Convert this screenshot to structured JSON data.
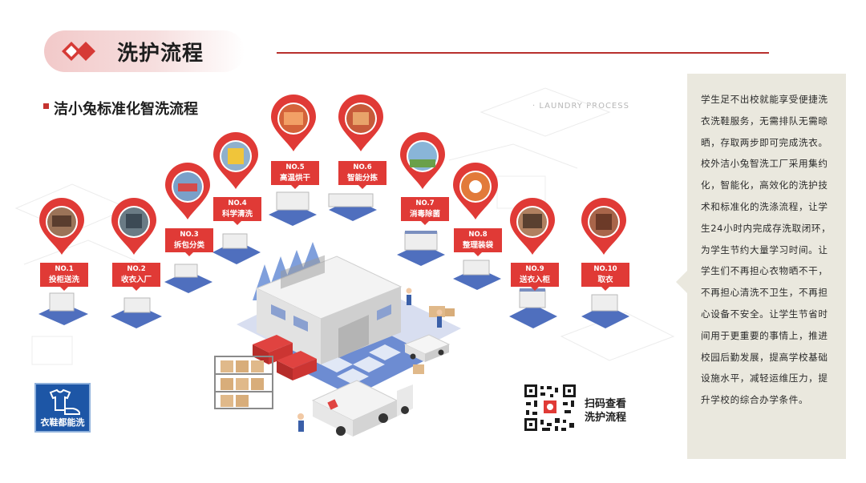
{
  "header": {
    "title": "洗护流程"
  },
  "subtitle": "洁小兔标准化智洗流程",
  "tagline": "· LAUNDRY PROCESS",
  "steps": [
    {
      "no": "NO.1",
      "label": "投柜送洗"
    },
    {
      "no": "NO.2",
      "label": "收衣入厂"
    },
    {
      "no": "NO.3",
      "label": "拆包分类"
    },
    {
      "no": "NO.4",
      "label": "科学清洗"
    },
    {
      "no": "NO.5",
      "label": "高温烘干"
    },
    {
      "no": "NO.6",
      "label": "智能分拣"
    },
    {
      "no": "NO.7",
      "label": "消毒除菌"
    },
    {
      "no": "NO.8",
      "label": "整理装袋"
    },
    {
      "no": "NO.9",
      "label": "送衣入柜"
    },
    {
      "no": "NO.10",
      "label": "取衣"
    }
  ],
  "panel": {
    "text": "学生足不出校就能享受便捷洗衣洗鞋服务，无需排队无需晾晒，存取两步即可完成洗衣。校外洁小兔智洗工厂采用集约化，智能化，高效化的洗护技术和标准化的洗涤流程，让学生24小时内完成存洗取闭环，为学生节约大量学习时间。让学生们不再担心衣物晒不干，不再担心清洗不卫生，不再担心设备不安全。让学生节省时间用于更重要的事情上，推进校园后勤发展，提高学校基础设施水平，减轻运维压力，提升学校的综合办学条件。"
  },
  "badge": {
    "label": "衣鞋都能洗"
  },
  "qr": {
    "text": "扫码查看\n洗护流程"
  },
  "colors": {
    "accent": "#e03a36",
    "line": "#b8302d",
    "panel": "#eae8de",
    "badge": "#1d56a6"
  }
}
